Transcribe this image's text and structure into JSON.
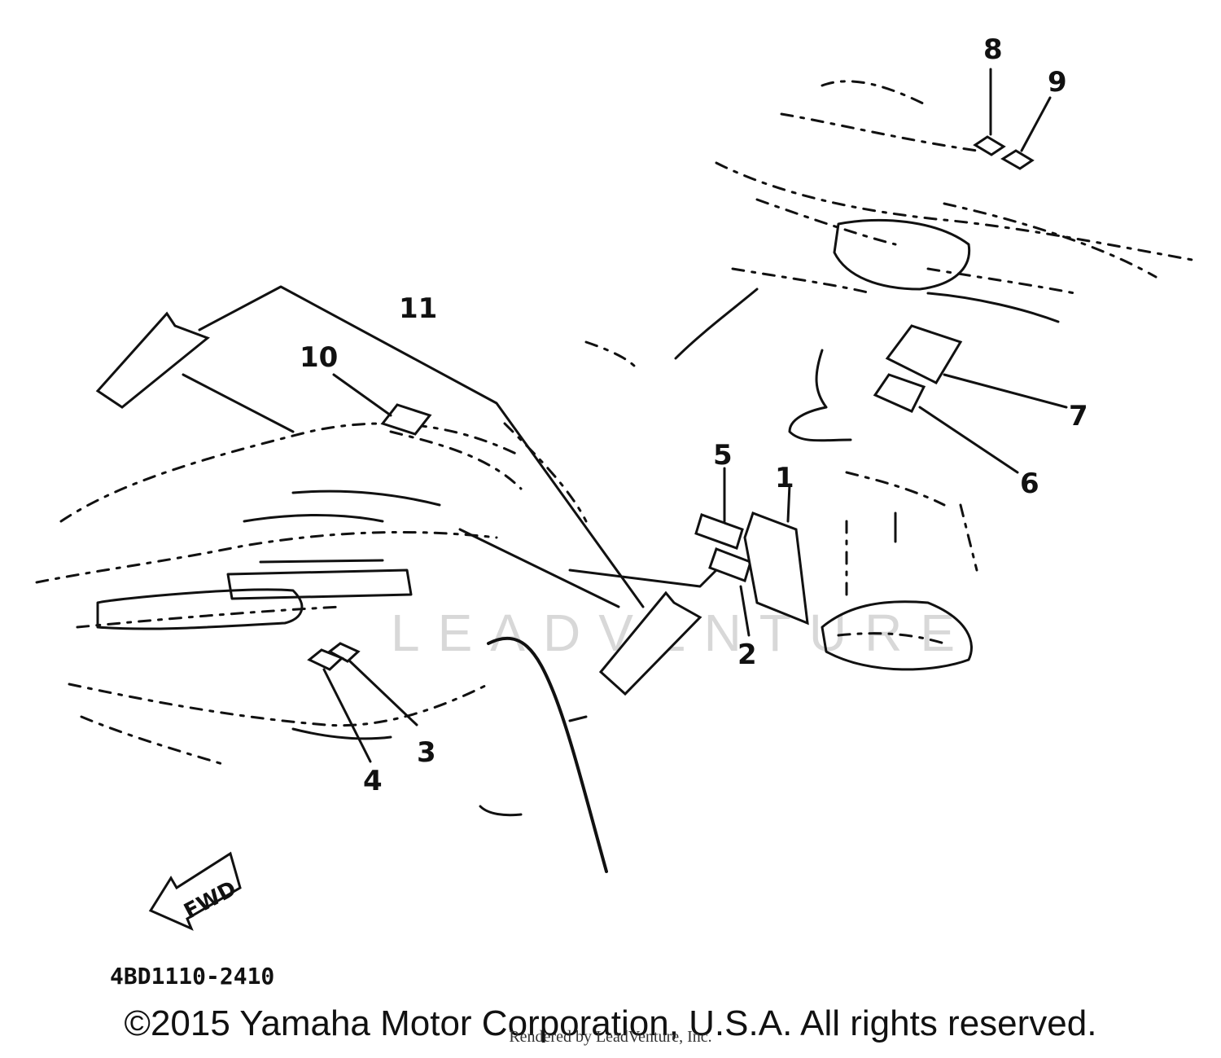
{
  "diagram": {
    "part_numbers": [
      "1",
      "2",
      "3",
      "4",
      "5",
      "6",
      "7",
      "8",
      "9",
      "10",
      "11"
    ],
    "direction_label": "FWD",
    "diagram_code": "4BD1110-2410",
    "watermark": "LEADVENTURE",
    "copyright": "©2015 Yamaha Motor Corporation, U.S.A. All rights reserved.",
    "rendered_by": "Rendered by LeadVenture, Inc."
  }
}
